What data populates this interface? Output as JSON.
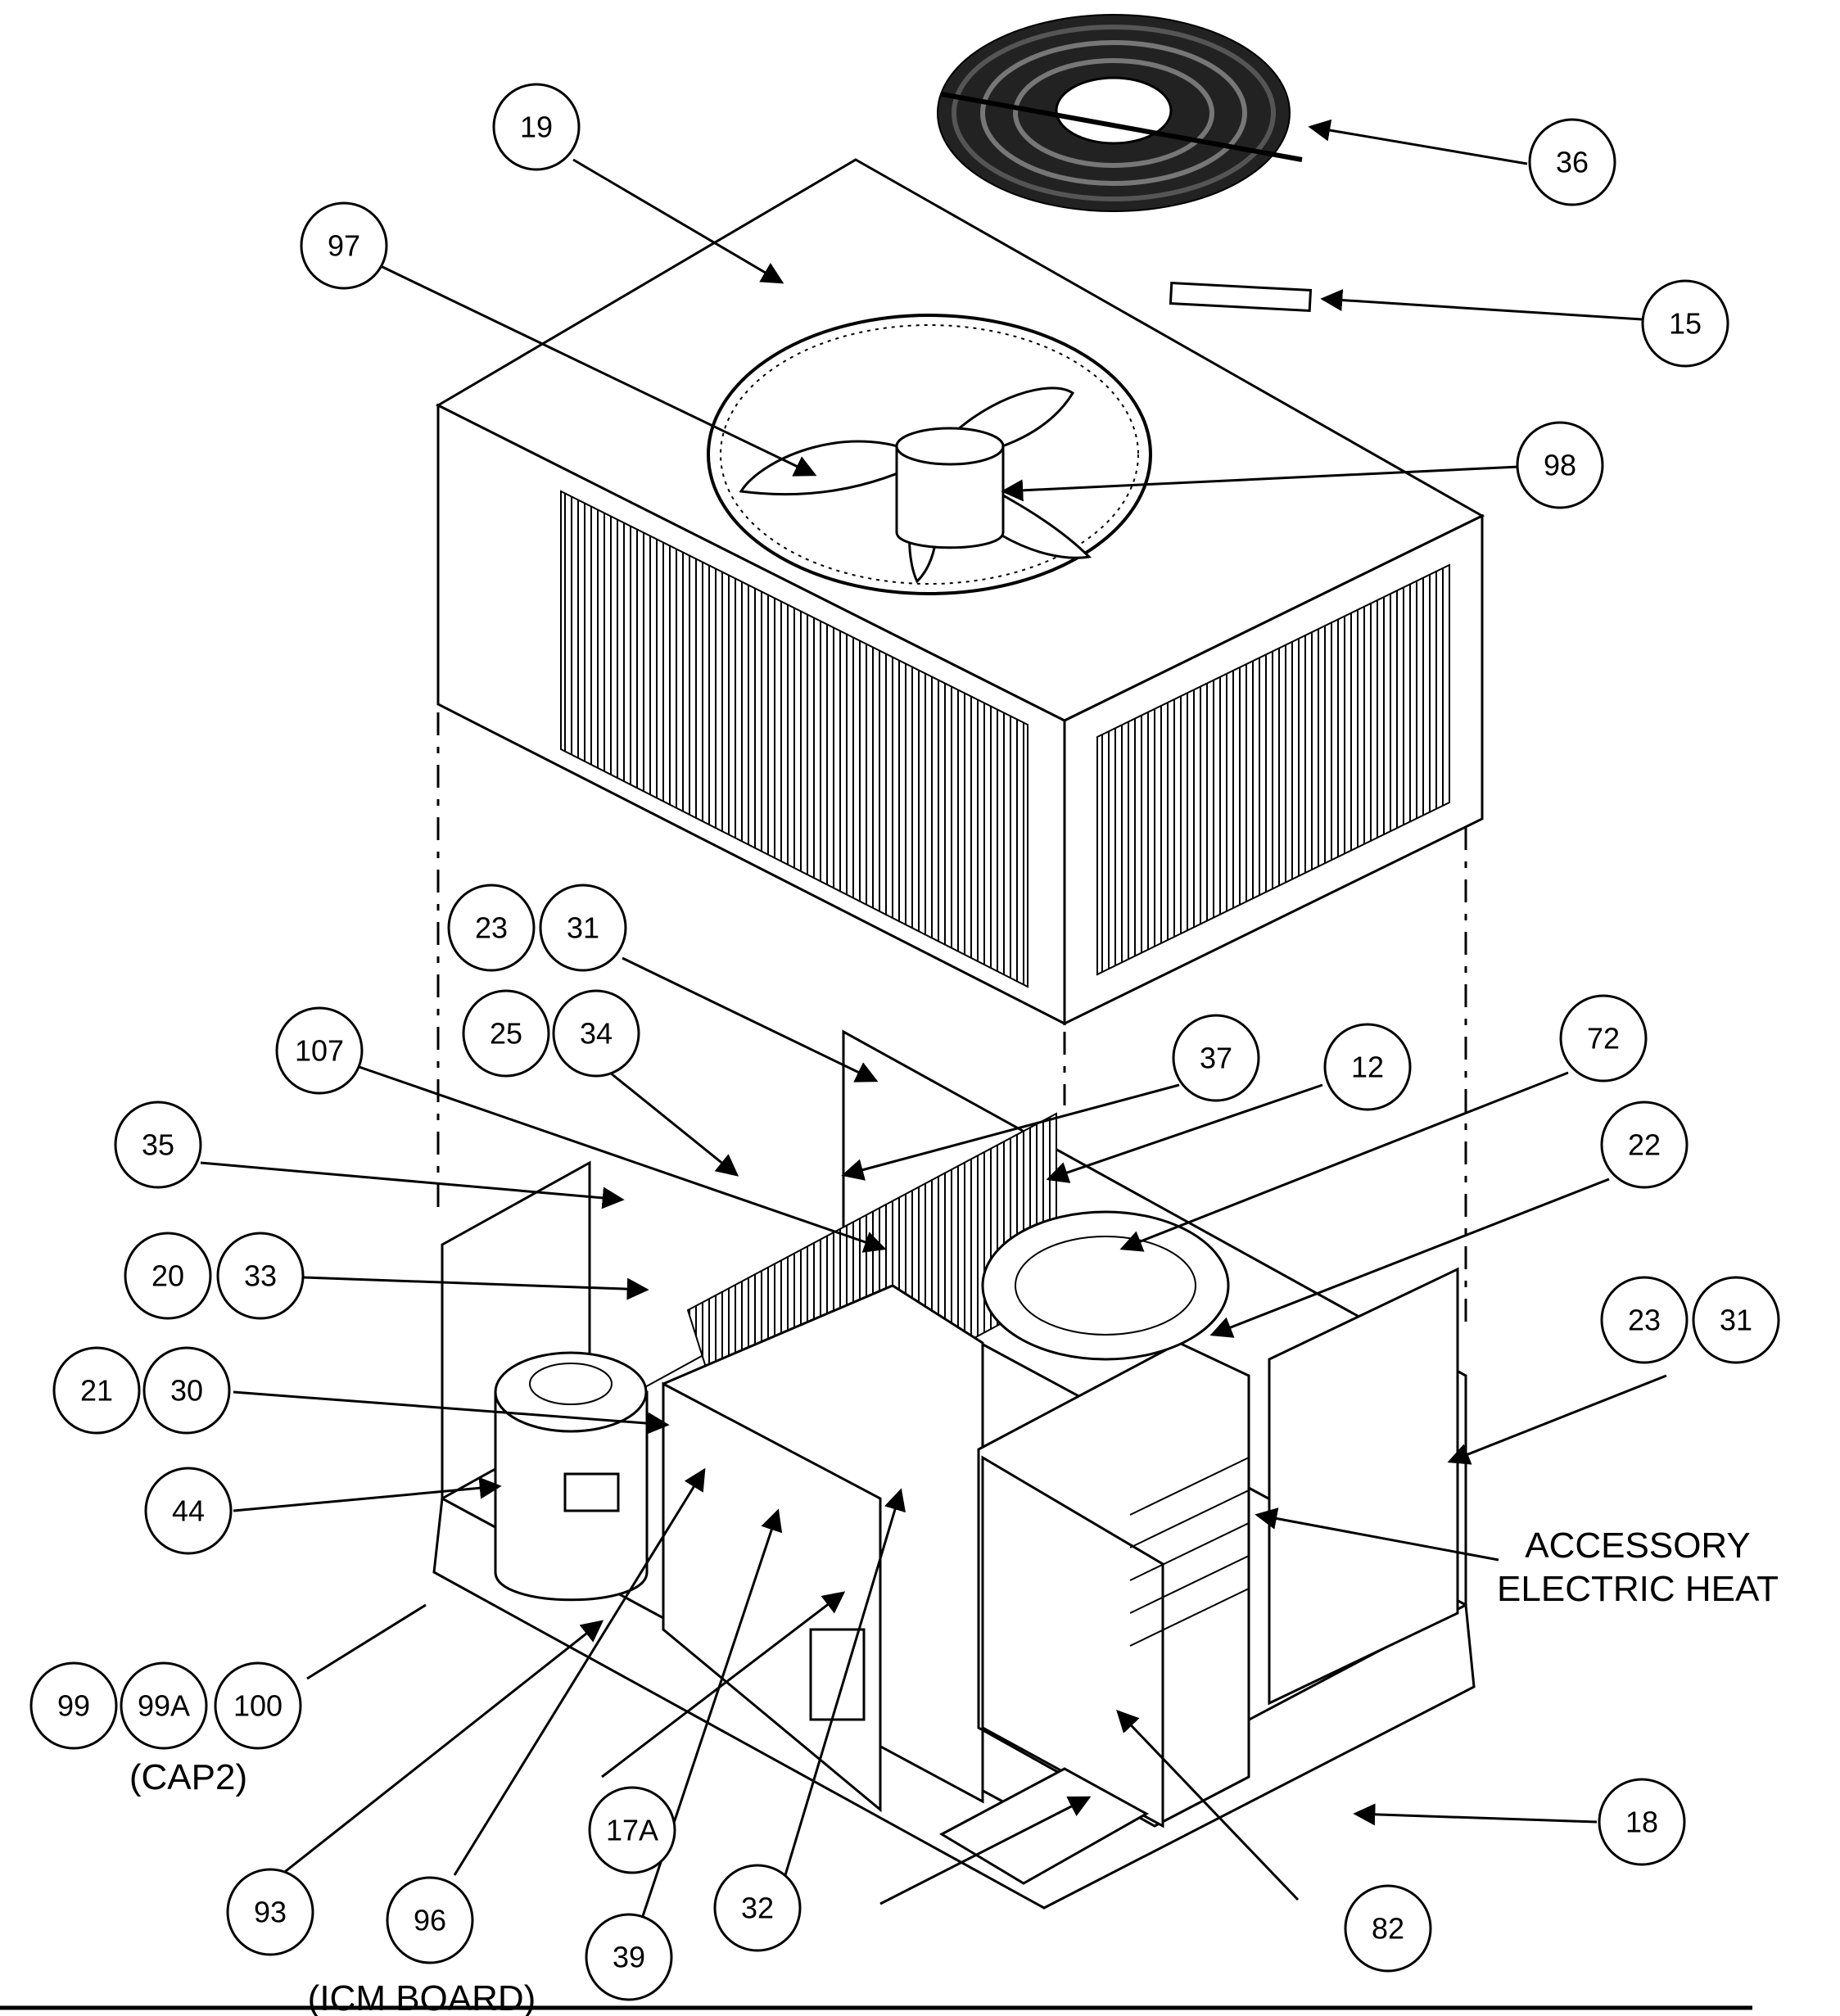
{
  "callouts": [
    {
      "id": "19",
      "label": "19"
    },
    {
      "id": "36",
      "label": "36"
    },
    {
      "id": "97",
      "label": "97"
    },
    {
      "id": "15",
      "label": "15"
    },
    {
      "id": "98",
      "label": "98"
    },
    {
      "id": "23a",
      "label": "23"
    },
    {
      "id": "31a",
      "label": "31"
    },
    {
      "id": "107",
      "label": "107"
    },
    {
      "id": "25",
      "label": "25"
    },
    {
      "id": "34",
      "label": "34"
    },
    {
      "id": "37",
      "label": "37"
    },
    {
      "id": "12",
      "label": "12"
    },
    {
      "id": "72",
      "label": "72"
    },
    {
      "id": "35",
      "label": "35"
    },
    {
      "id": "22",
      "label": "22"
    },
    {
      "id": "20",
      "label": "20"
    },
    {
      "id": "33",
      "label": "33"
    },
    {
      "id": "23b",
      "label": "23"
    },
    {
      "id": "31b",
      "label": "31"
    },
    {
      "id": "21",
      "label": "21"
    },
    {
      "id": "30",
      "label": "30"
    },
    {
      "id": "44",
      "label": "44"
    },
    {
      "id": "99",
      "label": "99"
    },
    {
      "id": "99A",
      "label": "99A"
    },
    {
      "id": "100",
      "label": "100"
    },
    {
      "id": "17A",
      "label": "17A"
    },
    {
      "id": "18",
      "label": "18"
    },
    {
      "id": "93",
      "label": "93"
    },
    {
      "id": "96",
      "label": "96"
    },
    {
      "id": "39",
      "label": "39"
    },
    {
      "id": "32",
      "label": "32"
    },
    {
      "id": "82",
      "label": "82"
    }
  ],
  "notes": {
    "accessory_line1": "ACCESSORY",
    "accessory_line2": "ELECTRIC HEAT",
    "cap2": "(CAP2)",
    "icm_board": "(ICM BOARD)"
  }
}
